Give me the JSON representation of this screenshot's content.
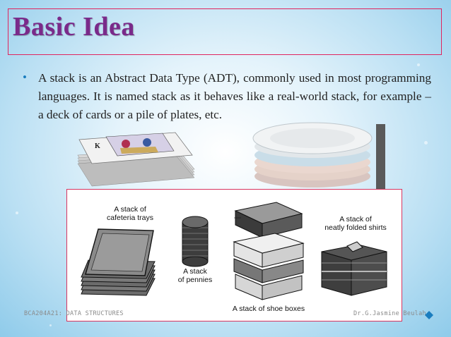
{
  "slide": {
    "title": "Basic Idea",
    "bullet": "A stack is an Abstract Data Type (ADT), commonly used in most programming languages. It is named stack as it behaves like a real-world stack, for example – a deck of cards or a pile of plates, etc.",
    "footer_left": "BCA204A21: DATA STRUCTURES",
    "footer_right": "Dr.G.Jasmine Beulah",
    "accent_color": "#7a2a8a",
    "border_color": "#e0245e"
  },
  "illustration": {
    "label_trays": "A stack of\ncafeteria trays",
    "label_pennies": "A stack\nof pennies",
    "label_shoe_boxes": "A stack of shoe boxes",
    "label_shirts": "A stack of\nneatly folded shirts"
  },
  "photos": {
    "cards": "deck-of-cards-photo",
    "plates": "pile-of-plates-photo"
  }
}
